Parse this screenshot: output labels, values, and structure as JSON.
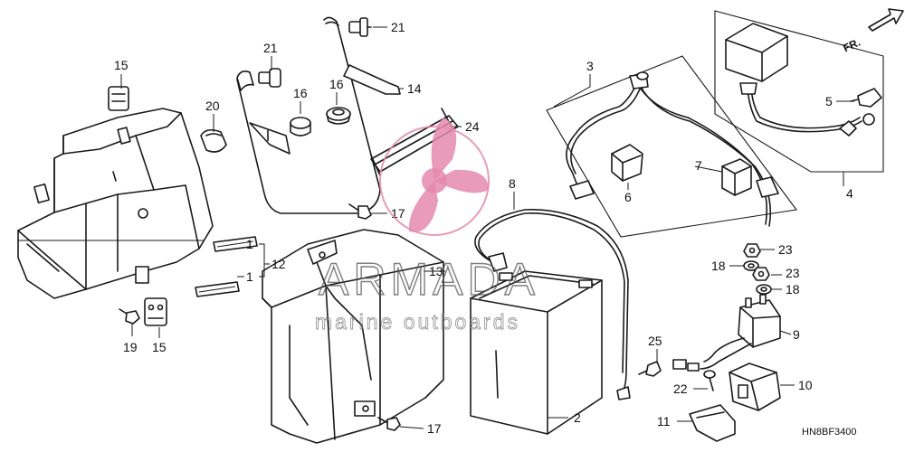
{
  "diagram": {
    "code": "HN8BF3400",
    "direction_label": "FR.",
    "callouts": {
      "c1a": "1",
      "c1b": "1",
      "c2": "2",
      "c3": "3",
      "c4": "4",
      "c5": "5",
      "c6": "6",
      "c7": "7",
      "c8": "8",
      "c9": "9",
      "c10": "10",
      "c11": "11",
      "c12": "12",
      "c13": "13",
      "c14": "14",
      "c15a": "15",
      "c15b": "15",
      "c16": "16",
      "c16b": "16",
      "c17a": "17",
      "c17b": "17",
      "c18a": "18",
      "c18b": "18",
      "c19": "19",
      "c20": "20",
      "c21a": "21",
      "c21b": "21",
      "c22": "22",
      "c23a": "23",
      "c23b": "23",
      "c24": "24",
      "c25": "25"
    }
  },
  "watermark": {
    "title": "ARMADA",
    "subtitle": "marine outboards",
    "brand_color": "#e48aae"
  }
}
